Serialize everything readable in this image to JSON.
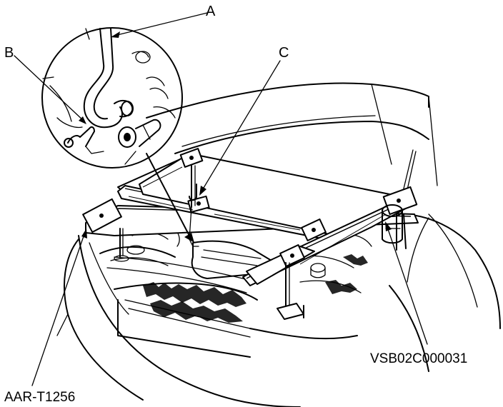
{
  "figure": {
    "callouts": [
      {
        "id": "a",
        "text": "A"
      },
      {
        "id": "b",
        "text": "B"
      },
      {
        "id": "c",
        "text": "C"
      }
    ],
    "tool_labels": {
      "left": "AAR-T1256",
      "right": "VSB02C000031"
    }
  }
}
